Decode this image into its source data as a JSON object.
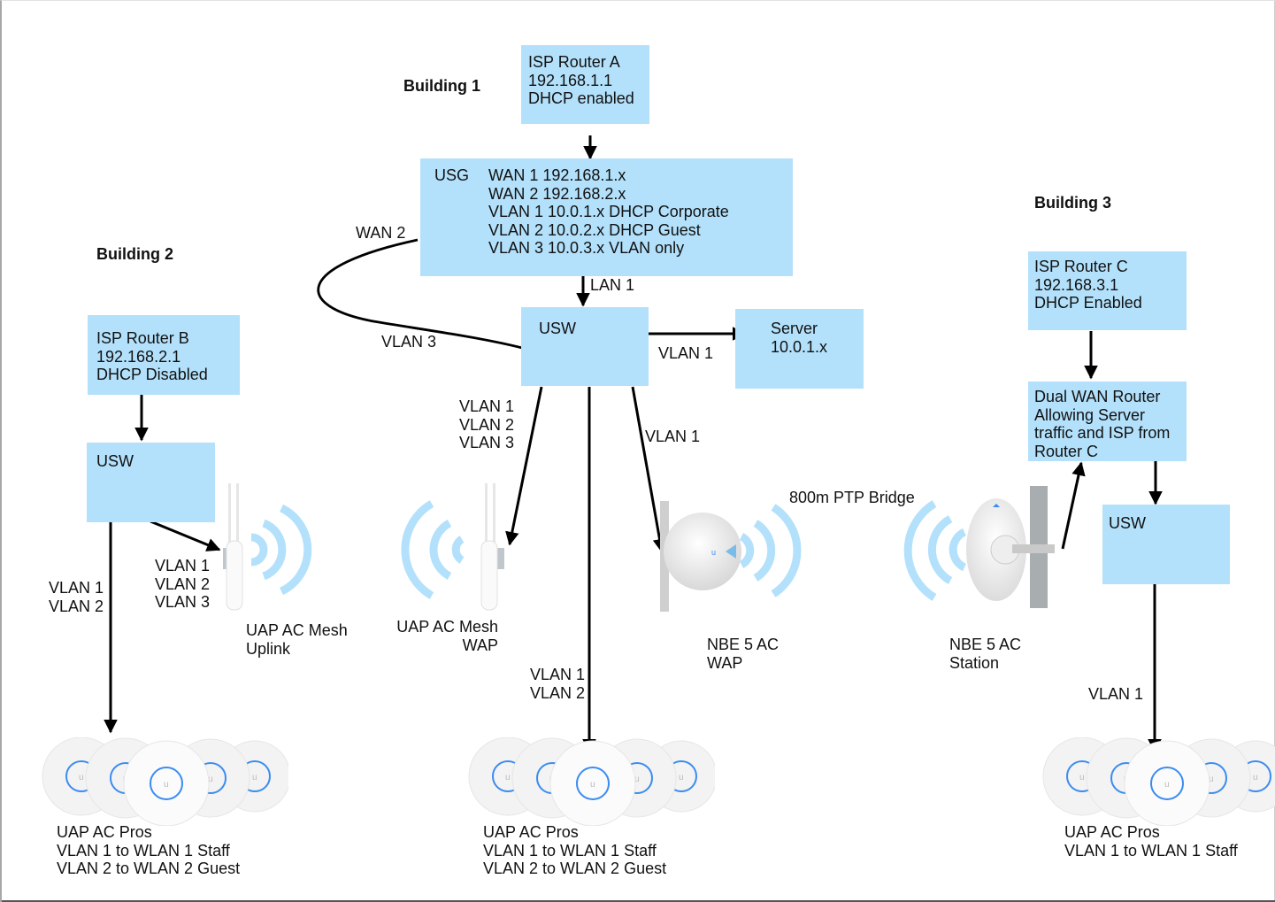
{
  "buildings": {
    "b1": {
      "title": "Building 1"
    },
    "b2": {
      "title": "Building 2"
    },
    "b3": {
      "title": "Building 3"
    }
  },
  "nodes": {
    "isp_router_a": {
      "lines": [
        "ISP Router A",
        "192.168.1.1",
        "DHCP enabled"
      ]
    },
    "usg": {
      "name": "USG",
      "lines": [
        "WAN 1 192.168.1.x",
        "WAN 2 192.168.2.x",
        "VLAN 1 10.0.1.x DHCP Corporate",
        "VLAN 2 10.0.2.x DHCP Guest",
        "VLAN 3 10.0.3.x VLAN only"
      ]
    },
    "usw_b1": {
      "lines": [
        "USW"
      ]
    },
    "server": {
      "lines": [
        "Server",
        "10.0.1.x"
      ]
    },
    "isp_router_b": {
      "lines": [
        "ISP Router B",
        "192.168.2.1",
        "DHCP Disabled"
      ]
    },
    "usw_b2": {
      "lines": [
        "USW"
      ]
    },
    "isp_router_c": {
      "lines": [
        "ISP Router C",
        "192.168.3.1",
        "DHCP Enabled"
      ]
    },
    "dual_wan_router": {
      "lines": [
        "Dual WAN Router",
        "Allowing Server",
        "traffic and ISP from",
        "Router C"
      ]
    },
    "usw_b3": {
      "lines": [
        "USW"
      ]
    }
  },
  "link_labels": {
    "wan2": "WAN 2",
    "vlan3_curve": "VLAN 3",
    "lan1": "LAN 1",
    "server_vlan1": "VLAN 1",
    "b1_mesh_vlans": [
      "VLAN 1",
      "VLAN 2",
      "VLAN 3"
    ],
    "b1_nbe_vlan": "VLAN 1",
    "b1_pros_vlans": [
      "VLAN 1",
      "VLAN 2"
    ],
    "b2_pros_vlans": [
      "VLAN 1",
      "VLAN 2"
    ],
    "b2_mesh_vlans": [
      "VLAN 1",
      "VLAN 2",
      "VLAN 3"
    ],
    "ptp_bridge": "800m PTP Bridge",
    "b3_pros_vlan": "VLAN 1"
  },
  "devices": {
    "b2_mesh": {
      "lines": [
        "UAP AC Mesh",
        "Uplink"
      ]
    },
    "b1_mesh": {
      "lines": [
        "UAP AC Mesh",
        "WAP"
      ]
    },
    "nbe_wap": {
      "lines": [
        "NBE 5 AC",
        "WAP"
      ]
    },
    "nbe_station": {
      "lines": [
        "NBE 5 AC",
        "Station"
      ]
    },
    "b2_pros": {
      "lines": [
        "UAP AC Pros",
        "VLAN 1 to WLAN 1 Staff",
        "VLAN 2 to WLAN 2 Guest"
      ]
    },
    "b1_pros": {
      "lines": [
        "UAP AC Pros",
        "VLAN 1 to WLAN 1 Staff",
        "VLAN 2 to WLAN 2 Guest"
      ]
    },
    "b3_pros": {
      "lines": [
        "UAP AC Pros",
        "VLAN 1 to WLAN 1 Staff"
      ]
    }
  },
  "colors": {
    "box_fill": "#b3e1fb",
    "wifi_waves": "#b3e1fb",
    "ap_ring": "#3b8cf0",
    "line": "#000000"
  }
}
